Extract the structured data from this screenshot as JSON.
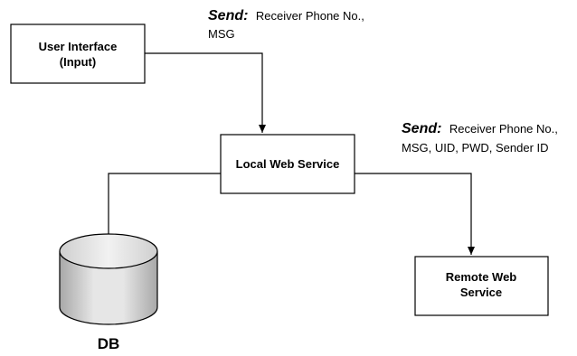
{
  "nodes": {
    "user_interface": {
      "line1": "User Interface",
      "line2": "(Input)"
    },
    "local_web_service": {
      "label": "Local Web Service"
    },
    "remote_web_service": {
      "line1": "Remote Web",
      "line2": "Service"
    },
    "db": {
      "label": "DB"
    }
  },
  "annotations": {
    "send_to_local": {
      "keyword": "Send:",
      "line1": "Receiver Phone No.,",
      "line2": "MSG"
    },
    "send_to_remote": {
      "keyword": "Send:",
      "line1": "Receiver Phone No.,",
      "line2": "MSG, UID, PWD, Sender ID"
    }
  },
  "colors": {
    "stroke": "#000000",
    "db_fill_light": "#e6e6e6",
    "db_fill_dark": "#a8a8a8"
  }
}
